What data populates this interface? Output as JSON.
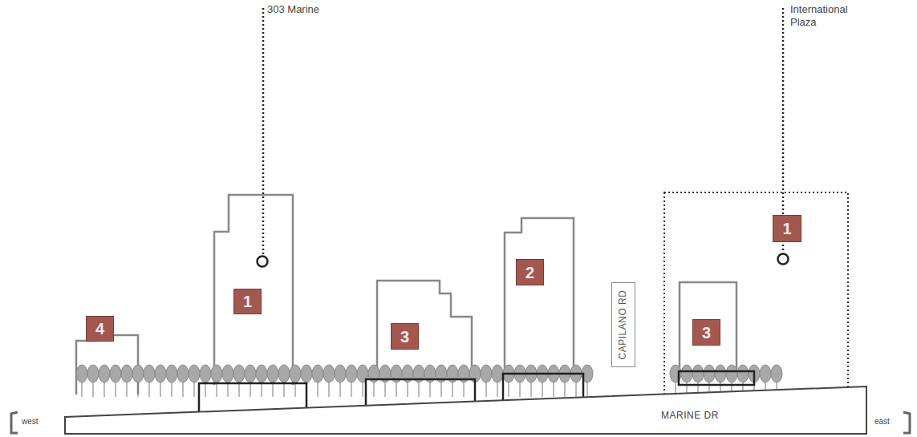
{
  "diagram": {
    "nodes": [
      {
        "text": [
          "4"
        ]
      },
      {
        "text": [
          "1"
        ]
      },
      {
        "text": [
          "3"
        ]
      },
      {
        "text": [
          "2"
        ]
      },
      {
        "text": [
          "CAPILANO RD"
        ]
      },
      {
        "text": [
          "3"
        ]
      },
      {
        "text": [
          "1"
        ]
      },
      {
        "text": [
          "MARINE DR"
        ]
      }
    ],
    "labels": [
      "303 Marine",
      "International Plaza",
      "west",
      "east"
    ]
  }
}
